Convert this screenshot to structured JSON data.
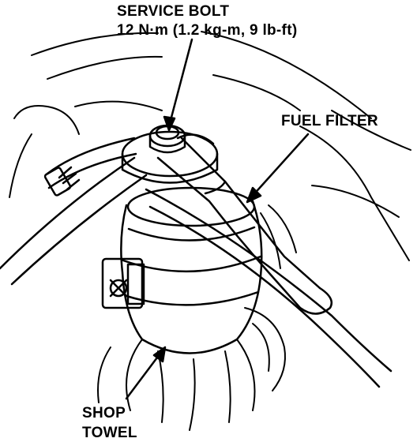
{
  "labels": {
    "service_bolt": "SERVICE BOLT",
    "service_bolt_torque": "12 N·m (1.2 kg-m, 9 lb-ft)",
    "fuel_filter": "FUEL FILTER",
    "shop_towel_line1": "SHOP",
    "shop_towel_line2": "TOWEL"
  },
  "colors": {
    "ink": "#000000",
    "paper": "#ffffff"
  }
}
